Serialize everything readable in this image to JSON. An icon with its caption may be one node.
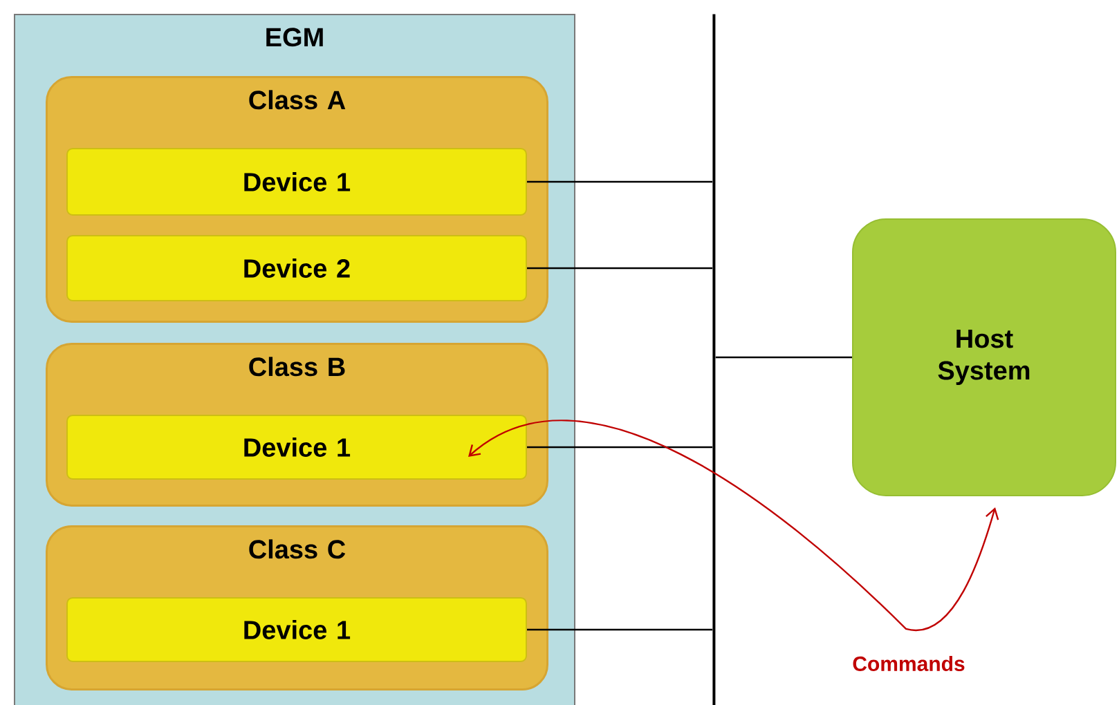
{
  "diagram": {
    "nodes": [
      {
        "text": [
          "EGM"
        ]
      },
      {
        "text": [
          "Class A"
        ],
        "in": 0
      },
      {
        "text": [
          "Device 1"
        ],
        "in": 1
      },
      {
        "text": [
          "Device 2"
        ],
        "in": 1
      },
      {
        "text": [
          "Class B"
        ],
        "in": 0
      },
      {
        "text": [
          "Device 1"
        ],
        "in": 4
      },
      {
        "text": [
          "Class C"
        ],
        "in": 0
      },
      {
        "text": [
          "Device 1"
        ],
        "in": 6
      },
      {
        "text": [],
        "shape": "bar"
      },
      {
        "text": [
          "Host System"
        ]
      }
    ],
    "edges": [
      {
        "from": 2,
        "to": 8,
        "arrow": "none"
      },
      {
        "from": 3,
        "to": 8,
        "arrow": "none"
      },
      {
        "from": 5,
        "to": 8,
        "arrow": "none"
      },
      {
        "from": 7,
        "to": 8,
        "arrow": "none"
      },
      {
        "from": 8,
        "to": 9,
        "arrow": "none"
      },
      {
        "from": 5,
        "to": 9,
        "arrow": "both",
        "label": "Commands",
        "color": "#c00000"
      }
    ]
  }
}
